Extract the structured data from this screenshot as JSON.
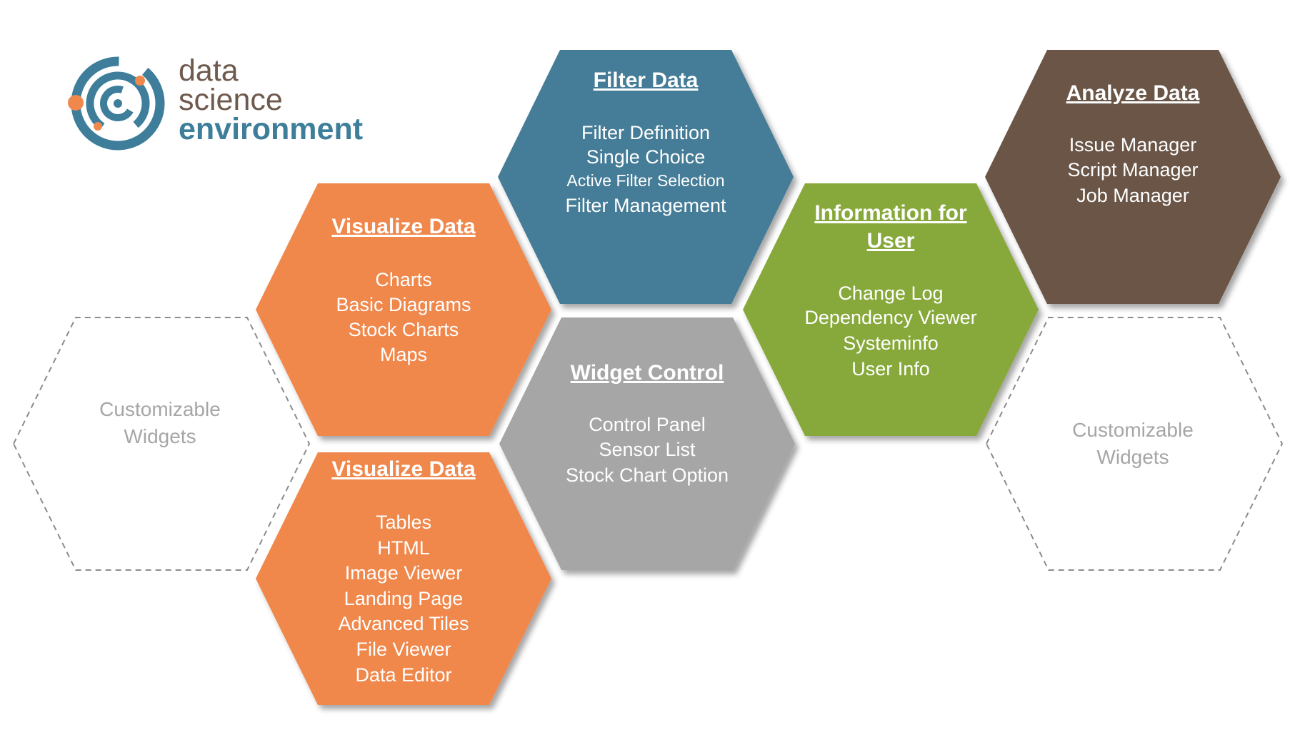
{
  "logo": {
    "line1": "data",
    "line2": "science",
    "line3": "environment"
  },
  "colors": {
    "orange": "#F0874C",
    "blue": "#447C97",
    "gray": "#A6A6A6",
    "green": "#87A93A",
    "brown": "#6A5547",
    "logo_brown": "#6F5A4E",
    "logo_teal": "#3E7E9A",
    "dashed": "#8C8C8C",
    "ghost_text": "#A6A6A6"
  },
  "hexagons": {
    "visualize1": {
      "title": "Visualize Data",
      "items": [
        "Charts",
        "Basic Diagrams",
        "Stock Charts",
        "Maps"
      ]
    },
    "visualize2": {
      "title": "Visualize Data",
      "items": [
        "Tables",
        "HTML",
        "Image Viewer",
        "Landing Page",
        "Advanced Tiles",
        "File Viewer",
        "Data Editor"
      ]
    },
    "filter": {
      "title": "Filter Data",
      "items": [
        "Filter Definition",
        "Single Choice",
        "Active Filter Selection",
        "Filter Management"
      ]
    },
    "widget": {
      "title": "Widget Control",
      "items": [
        "Control Panel",
        "Sensor List",
        "Stock Chart Option"
      ]
    },
    "info": {
      "title_line1": "Information for",
      "title_line2": "User",
      "items": [
        "Change Log",
        "Dependency Viewer",
        "Systeminfo",
        "User Info"
      ]
    },
    "analyze": {
      "title": "Analyze Data",
      "items": [
        "Issue Manager",
        "Script Manager",
        "Job Manager"
      ]
    },
    "custom_left": {
      "line1": "Customizable",
      "line2": "Widgets"
    },
    "custom_right": {
      "line1": "Customizable",
      "line2": "Widgets"
    }
  }
}
